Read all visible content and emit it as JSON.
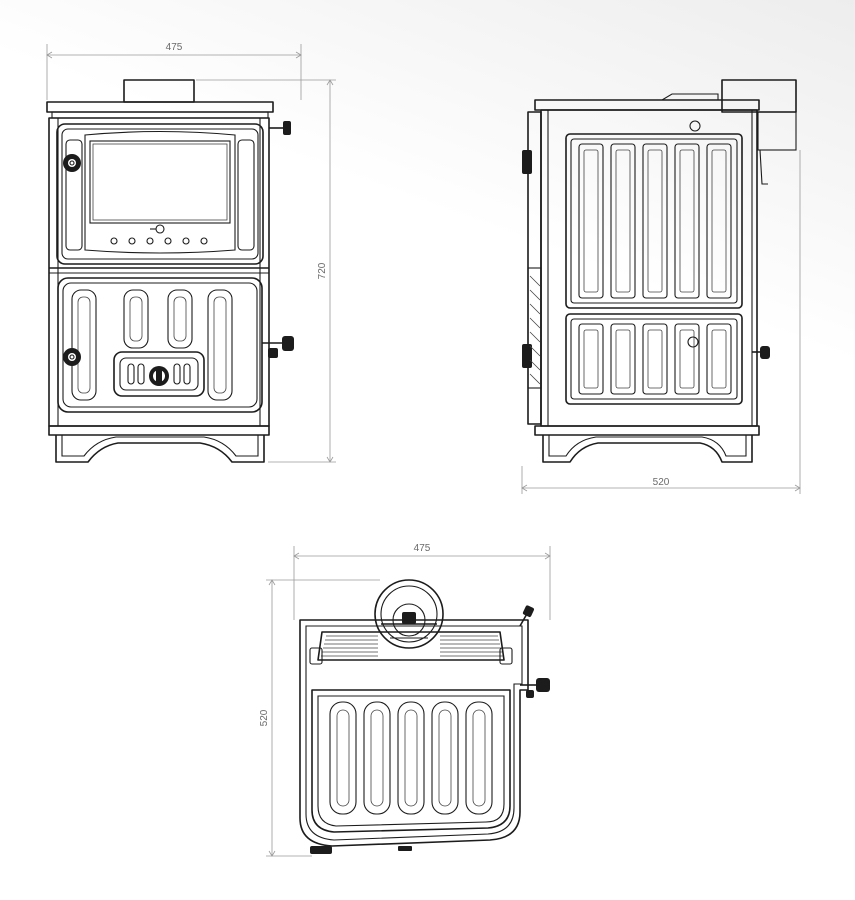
{
  "dimensions": {
    "front_width": "475",
    "front_height": "720",
    "side_depth": "520",
    "top_width": "475",
    "top_depth": "520"
  },
  "colors": {
    "line": "#1c1c1c",
    "dimension": "#9a9a9a",
    "dimension_text": "#6a6a6a"
  }
}
